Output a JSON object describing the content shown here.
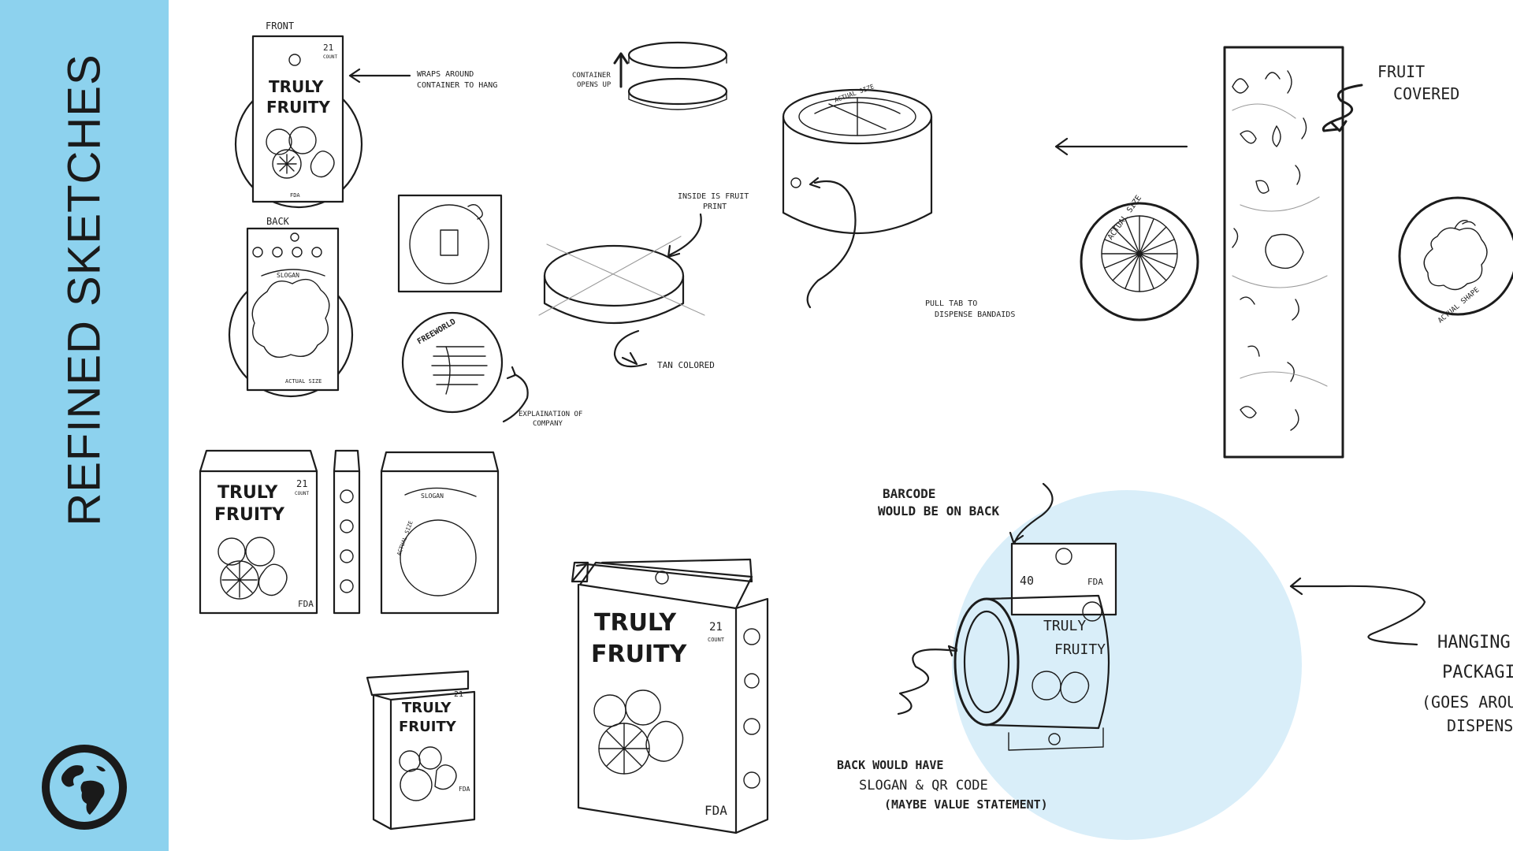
{
  "page": {
    "title": "REFINED SKETCHES",
    "colors": {
      "band": "#8dd2ee",
      "highlight": "#d9eef9",
      "ink": "#1c1c1c"
    }
  },
  "icons": {
    "logo": "globe-icon"
  },
  "sketches": {
    "front_label": "FRONT",
    "back_label": "BACK",
    "brand_line1": "TRULY",
    "brand_line2": "FRUITY",
    "count_number": "21",
    "count_word": "COUNT",
    "fda": "FDA",
    "slogan": "SLOGAN",
    "actual_size": "ACTUAL SIZE",
    "actual_shape": "ACTUAL SHAPE",
    "wraps_around": [
      "WRAPS AROUND",
      "CONTAINER TO HANG"
    ],
    "container_opens": [
      "CONTAINER",
      "OPENS UP"
    ],
    "inside_print": [
      "INSIDE IS FRUIT",
      "PRINT"
    ],
    "tan_colored": "TAN COLORED",
    "freeworld": "FREEWORLD",
    "explanation": [
      "EXPLAINATION OF",
      "COMPANY"
    ],
    "pull_tab": [
      "PULL TAB TO",
      "DISPENSE BANDAIDS"
    ],
    "fruit_covered": [
      "FRUIT",
      "COVERED"
    ],
    "barcode": [
      "BARCODE",
      "WOULD BE ON BACK"
    ],
    "count_40": "40",
    "hanging": [
      "HANGING",
      "PACKAGING",
      "(GOES AROUND)",
      "DISPENSER"
    ],
    "back_would_have": [
      "BACK WOULD HAVE",
      "SLOGAN & QR CODE",
      "(MAYBE VALUE STATEMENT)"
    ]
  }
}
